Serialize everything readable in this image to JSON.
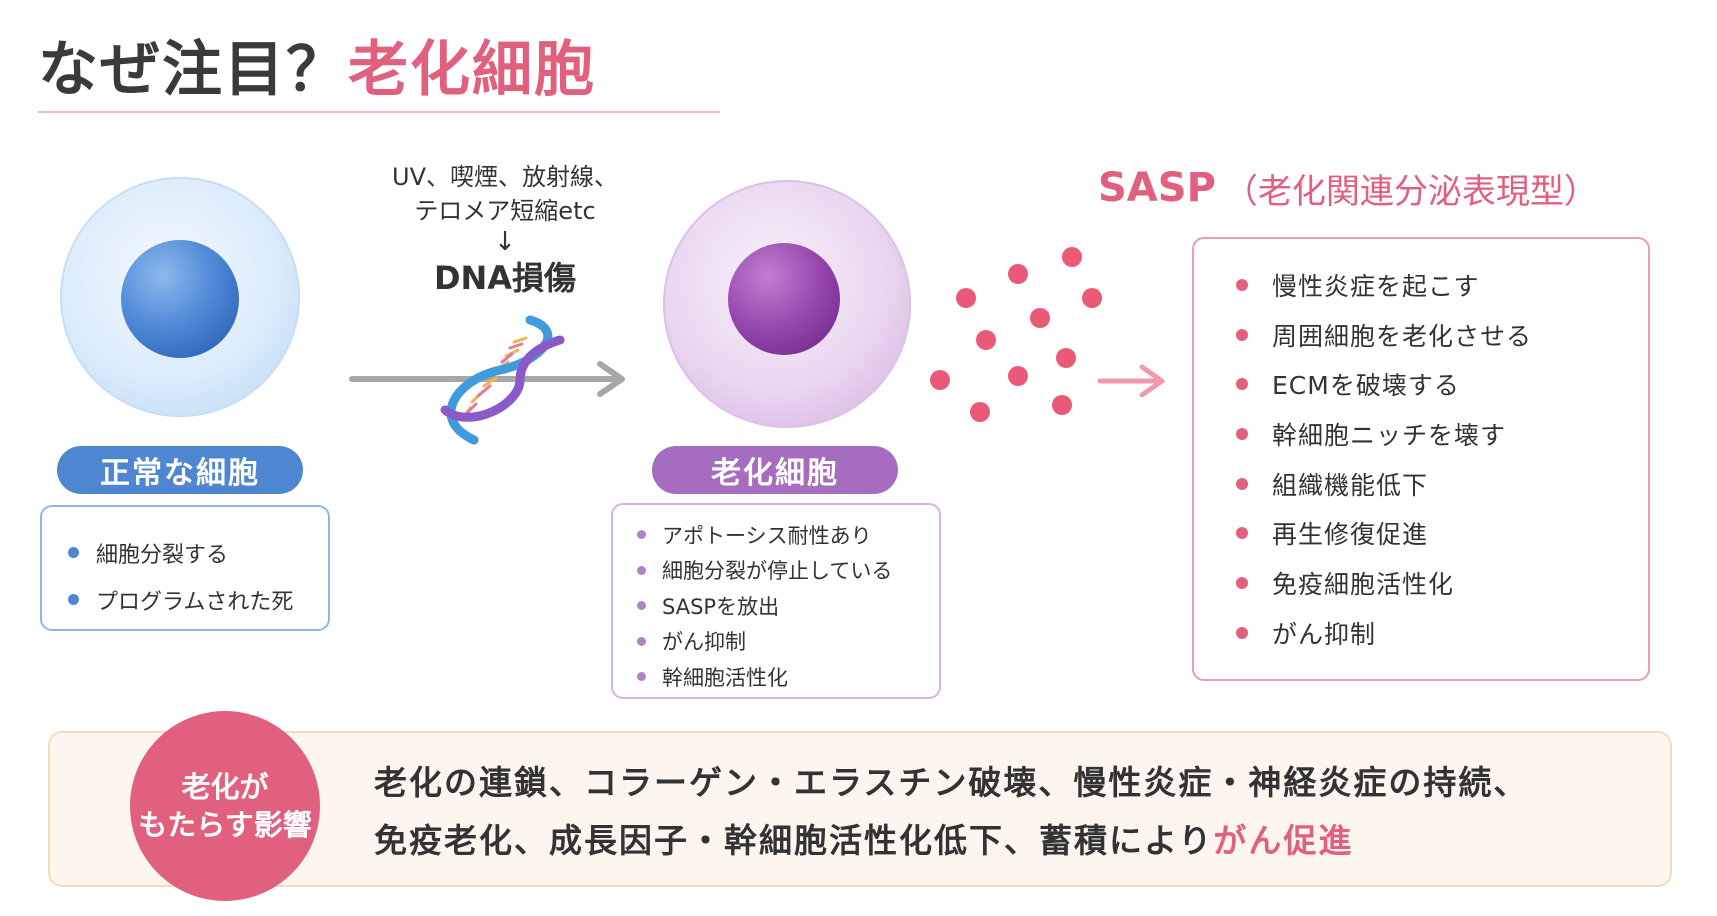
{
  "title": {
    "prefix": "なぜ注目？",
    "highlight": "老化細胞"
  },
  "normal_cell": {
    "label": "正常な細胞",
    "items": [
      "細胞分裂する",
      "プログラムされた死"
    ]
  },
  "cause": {
    "line1": "UV、喫煙、放射線、",
    "line2": "テロメア短縮etc",
    "arrow": "↓",
    "result": "DNA損傷"
  },
  "senescent_cell": {
    "label": "老化細胞",
    "items": [
      "アポトーシス耐性あり",
      "細胞分裂が停止している",
      "SASPを放出",
      "がん抑制",
      "幹細胞活性化"
    ]
  },
  "sasp": {
    "title": "SASP",
    "subtitle": "（老化関連分泌表現型）",
    "items": [
      "慢性炎症を起こす",
      "周囲細胞を老化させる",
      "ECMを破壊する",
      "幹細胞ニッチを壊す",
      "組織機能低下",
      "再生修復促進",
      "免疫細胞活性化",
      "がん抑制"
    ]
  },
  "impact": {
    "label_line1": "老化が",
    "label_line2": "もたらす影響",
    "line1": "老化の連鎖、コラーゲン・エラスチン破壊、慢性炎症・神経炎症の持続、",
    "line2": "免疫老化、成長因子・幹細胞活性化低下、蓄積により",
    "line2_highlight": "がん促進"
  },
  "colors": {
    "accent_pink": "#e0607e",
    "normal_blue": "#4f86d1",
    "senescent_purple": "#a66cbf"
  },
  "icons": {
    "dna": "dna-helix-icon",
    "arrow": "right-arrow-icon",
    "secreted_particles": "sasp-particles-icon"
  }
}
